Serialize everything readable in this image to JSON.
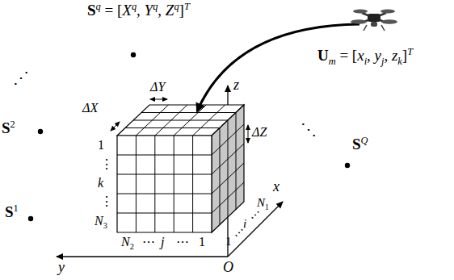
{
  "diagram": {
    "labels": [
      "S",
      "q",
      " = [",
      "X",
      "q",
      ", ",
      "Y",
      "q",
      ", ",
      "Z",
      "q",
      "]",
      "T",
      "U",
      "m",
      " = [",
      "x",
      "i",
      ", ",
      "y",
      "j",
      ", ",
      "z",
      "k",
      "]",
      "T",
      "S",
      "2",
      "S",
      "1",
      "S",
      "Q",
      "⋰",
      "⋱",
      "ΔX",
      "ΔY",
      "ΔZ",
      "z",
      "x",
      "y",
      "O",
      "1",
      "⋮",
      "k",
      "⋮",
      "N",
      "3",
      "N",
      "2",
      "⋯",
      "j",
      "⋯",
      "1",
      "1",
      "⋯",
      "i",
      "⋯",
      "N",
      "1"
    ]
  }
}
